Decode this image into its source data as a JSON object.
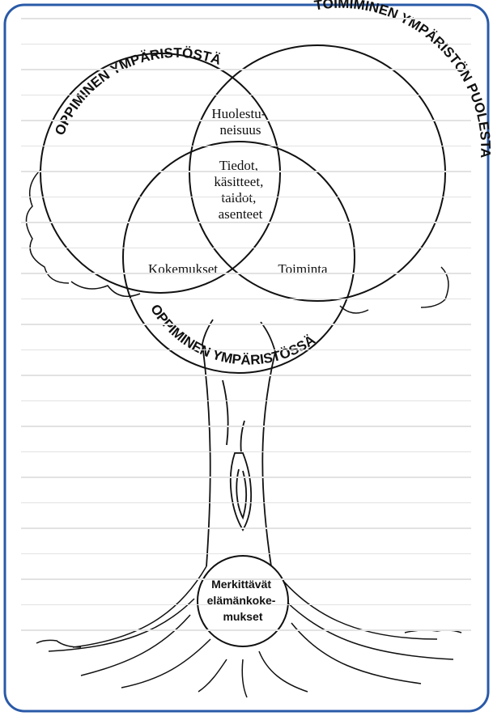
{
  "diagram": {
    "outer_circles": {
      "top_left": "OPPIMINEN YMPÄRISTÖSTÄ",
      "top_right": "TOIMIMINEN YMPÄRISTÖN PUOLESTA",
      "bottom": "OPPIMINEN YMPÄRISTÖSSÄ"
    },
    "regions": {
      "top_overlap": [
        "Huolestu-",
        "neisuus"
      ],
      "center": [
        "Tiedot,",
        "käsitteet,",
        "taidot,",
        "asenteet"
      ],
      "left_overlap": "Kokemukset",
      "right_overlap": "Toiminta"
    },
    "root_circle": [
      "Merkittävät",
      "elämänkoke-",
      "mukset"
    ]
  },
  "colors": {
    "frame_border": "#2a5aa8",
    "ink": "#111111"
  }
}
